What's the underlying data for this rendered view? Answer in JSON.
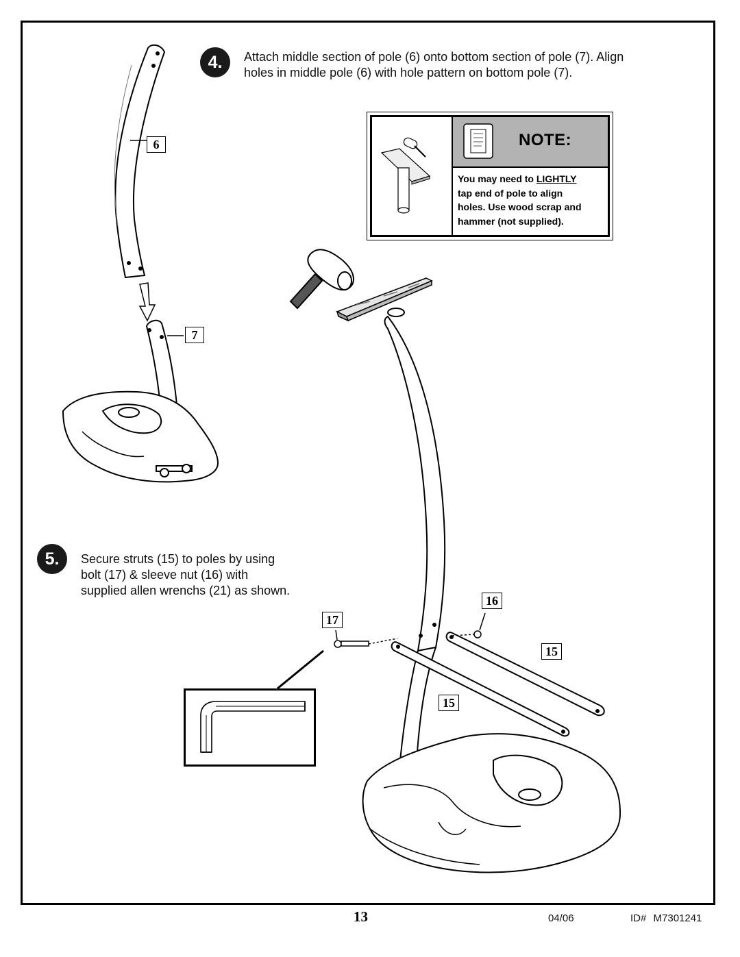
{
  "step4": {
    "number": "4.",
    "line1": "Attach middle section of pole (6) onto bottom section of pole (7). Align",
    "line2": "holes in middle pole (6) with hole pattern on bottom pole (7)."
  },
  "note": {
    "title": "NOTE:",
    "line1_prefix": "You may need to ",
    "line1_emphasis": "LIGHTLY",
    "line2": "tap end of pole to align",
    "line3": "holes. Use wood scrap and",
    "line4": "hammer (not supplied)."
  },
  "step5": {
    "number": "5.",
    "line1": "Secure struts (15) to poles by using",
    "line2": "bolt (17) & sleeve nut (16) with",
    "line3": "supplied allen wrenchs (21) as shown."
  },
  "callouts": {
    "middle_pole": "6",
    "bottom_pole": "7",
    "sleeve_nut": "16",
    "bolt": "17",
    "strut_right": "15",
    "strut_left": "15"
  },
  "footer": {
    "page": "13",
    "date": "04/06",
    "id": "ID#  M7301241"
  }
}
